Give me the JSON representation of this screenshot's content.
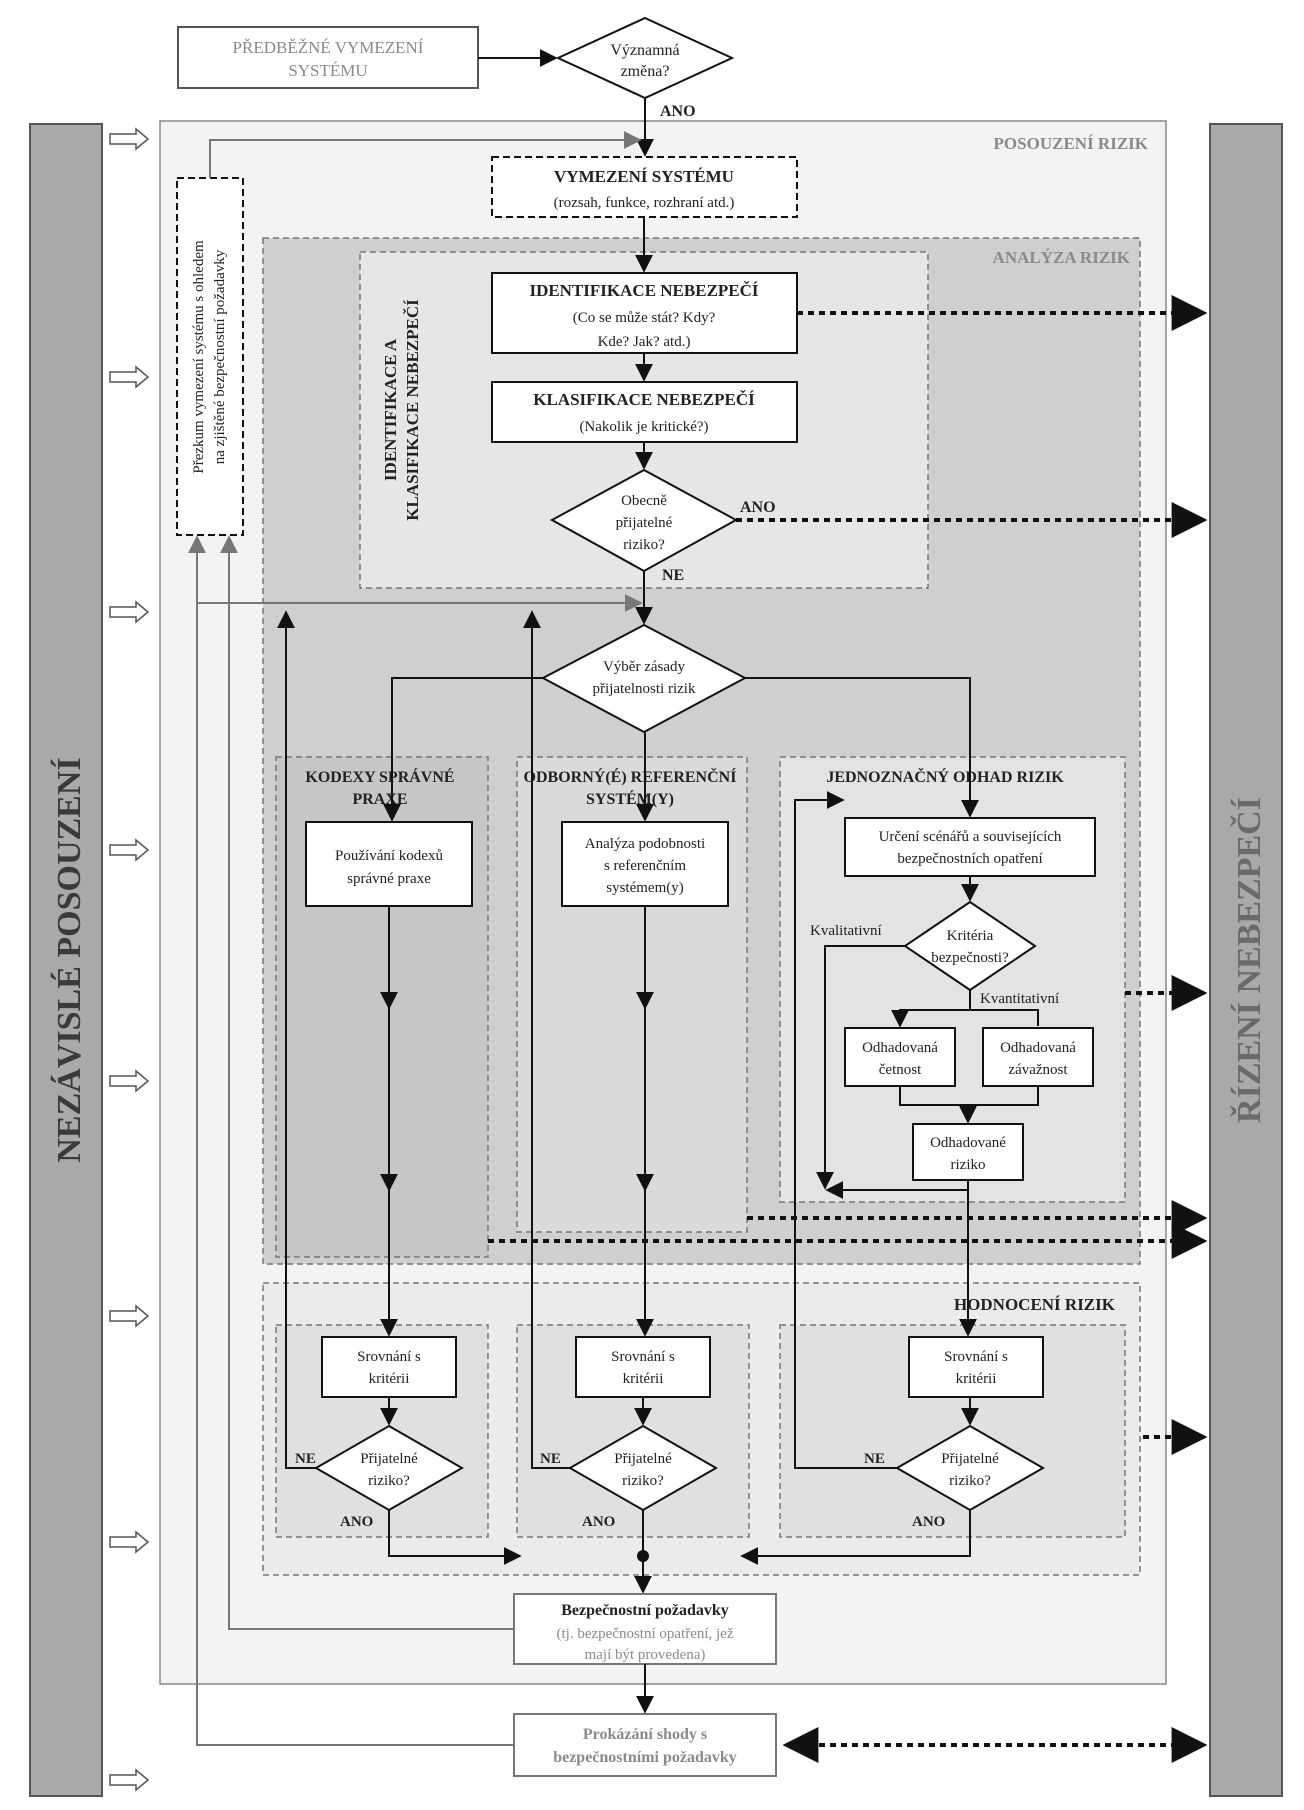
{
  "side": {
    "left": "NEZÁVISLÉ POSOUZENÍ",
    "right": "ŘÍZENÍ NEBEZPEČÍ"
  },
  "top_box": [
    "PŘEDBĚŽNÉ VYMEZENÍ",
    "SYSTÉMU"
  ],
  "significant_change": [
    "Významná",
    "změna?"
  ],
  "top_yes": "ANO",
  "sections": {
    "assessment": "POSOUZENÍ RIZIK",
    "analysis": "ANALÝZA RIZIK",
    "identification": [
      "IDENTIFIKACE A",
      "KLASIFIKACE NEBEZPEČÍ"
    ],
    "evaluation": "HODNOCENÍ RIZIK"
  },
  "review": [
    "Přezkum vymezení systému s ohledem",
    "na zjištěné bezpečnostní požadavky"
  ],
  "system_def": {
    "title": "VYMEZENÍ SYSTÉMU",
    "sub": "(rozsah, funkce, rozhraní atd.)"
  },
  "hazard_id": {
    "title": "IDENTIFIKACE NEBEZPEČÍ",
    "sub1": "(Co se může stát? Kdy?",
    "sub2": "Kde? Jak? atd.)"
  },
  "hazard_class": {
    "title": "KLASIFIKACE NEBEZPEČÍ",
    "sub": "(Nakolik je kritické?)"
  },
  "general_accept": {
    "lines": [
      "Obecně",
      "přijatelné",
      "riziko?"
    ],
    "yes": "ANO",
    "no": "NE"
  },
  "principle": [
    "Výběr zásady",
    "přijatelnosti rizik"
  ],
  "columns": {
    "codes": {
      "title": [
        "KODEXY SPRÁVNÉ",
        "PRAXE"
      ],
      "box": [
        "Používání kodexů",
        "správné praxe"
      ]
    },
    "reference": {
      "title": [
        "ODBORNÝ(É) REFERENČNÍ",
        "SYSTÉM(Y)"
      ],
      "box": [
        "Analýza podobnosti",
        "s referenčním",
        "systémem(y)"
      ]
    },
    "explicit": {
      "title": "JEDNOZNAČNÝ ODHAD RIZIK",
      "box": [
        "Určení scénářů a souvisejících",
        "bezpečnostních opatření"
      ]
    }
  },
  "criteria": {
    "lines": [
      "Kritéria",
      "bezpečnosti?"
    ],
    "qualitative": "Kvalitativní",
    "quantitative": "Kvantitativní"
  },
  "frequency": [
    "Odhadovaná",
    "četnost"
  ],
  "severity": [
    "Odhadovaná",
    "závažnost"
  ],
  "estimated_risk": [
    "Odhadované",
    "riziko"
  ],
  "compare": [
    "Srovnání s",
    "kritérii"
  ],
  "acceptable": [
    "Přijatelné",
    "riziko?"
  ],
  "yes": "ANO",
  "no": "NE",
  "requirements": {
    "title": "Bezpečnostní požadavky",
    "sub1": "(tj. bezpečnostní opatření, jež",
    "sub2": "mají být provedena)"
  },
  "compliance": [
    "Prokázání shody s",
    "bezpečnostními požadavky"
  ]
}
